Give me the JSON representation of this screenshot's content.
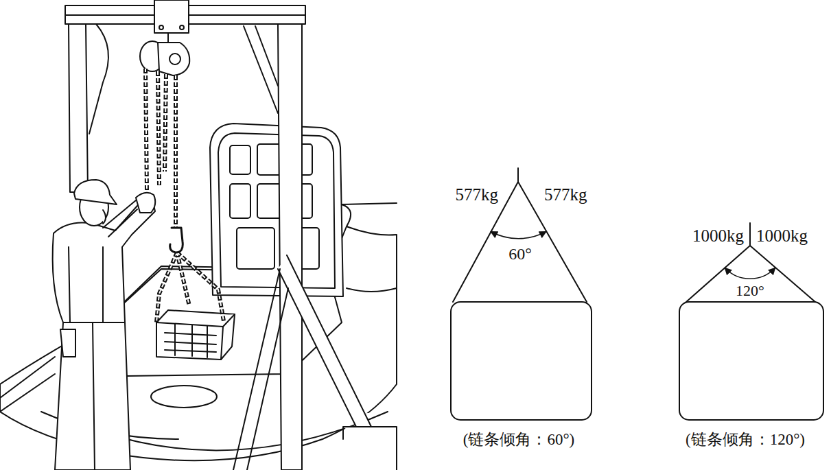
{
  "diagram": {
    "labels": [
      "577kg",
      "577kg",
      "60°",
      "(链条倾角：60°)",
      "1000kg",
      "1000kg",
      "120°",
      "(链条倾角：120°)"
    ]
  }
}
